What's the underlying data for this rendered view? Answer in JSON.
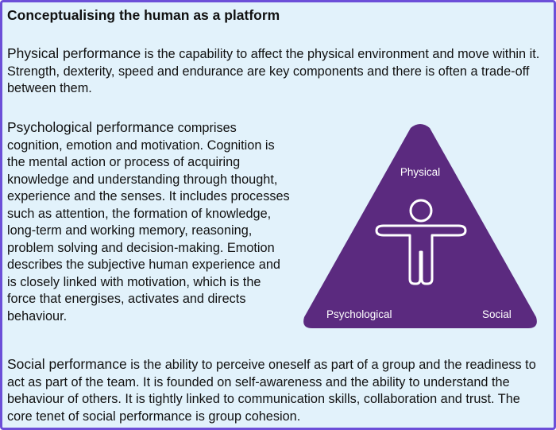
{
  "title": "Conceptualising the human as a platform",
  "physical": {
    "term": "Physical performance",
    "text": " is the capability to affect the physical environment and move within it.  Strength, dexterity, speed and endurance are key components and there is often a trade-off between them."
  },
  "psychological": {
    "term": "Psychological performance",
    "text": " comprises cognition, emotion and motivation.  Cognition is the mental action or process of acquiring knowledge and understanding through thought, experience and the senses.  It includes processes such as attention, the formation of knowledge, long-term and working memory, reasoning, problem solving and decision-making.  Emotion describes the subjective human experience and is closely linked with motivation, which is the force that energises, activates and directs behaviour."
  },
  "social": {
    "term": "Social performance",
    "text": " is the ability to perceive oneself as part of a group and the readiness to act as part of the team.  It is founded on self-awareness and the ability to understand the behaviour of others.  It is tightly linked to communication skills, collaboration and trust.  The core tenet of social performance is group cohesion."
  },
  "diagram": {
    "top_label": "Physical",
    "left_label": "Psychological",
    "right_label": "Social",
    "icon": "human-figure-icon",
    "fill_color": "#5b2a7f",
    "accent_color": "#6c4fd8"
  }
}
